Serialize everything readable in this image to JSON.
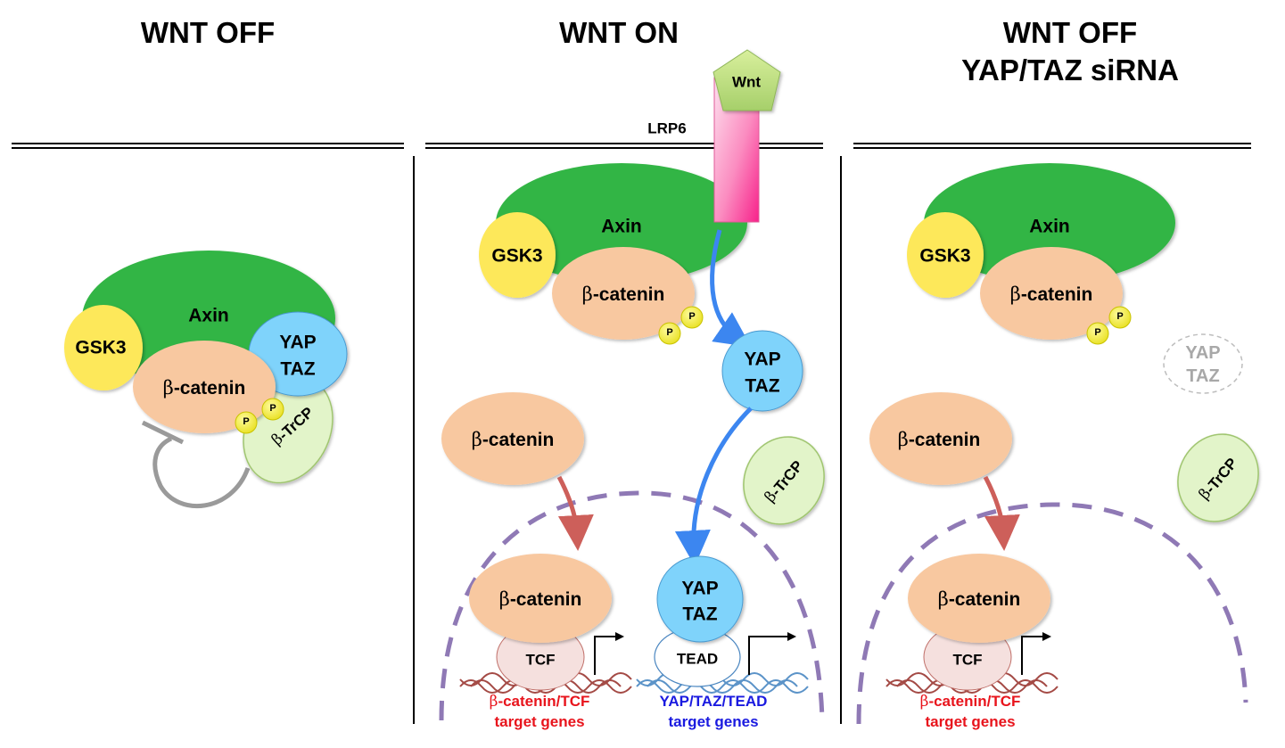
{
  "panels": [
    {
      "title_lines": [
        "WNT OFF"
      ],
      "axin": "Axin",
      "gsk3": "GSK3",
      "beta_catenin": "-catenin",
      "yap_taz": [
        "YAP",
        "TAZ"
      ],
      "btrcp": "-TrCP",
      "phospho": "P"
    },
    {
      "title_lines": [
        "WNT ON"
      ],
      "wnt": "Wnt",
      "receptor": "LRP6",
      "axin": "Axin",
      "gsk3": "GSK3",
      "beta_catenin": "-catenin",
      "phospho": "P",
      "yap_taz": [
        "YAP",
        "TAZ"
      ],
      "btrcp": "-TrCP",
      "cyto_beta_catenin": "-catenin",
      "nuc_beta_catenin": "-catenin",
      "tcf": "TCF",
      "nuc_yap_taz": [
        "YAP",
        "TAZ"
      ],
      "tead": "TEAD",
      "tcf_genes": [
        "-catenin/TCF",
        "target genes"
      ],
      "tead_genes": [
        "YAP/TAZ/TEAD",
        "target genes"
      ]
    },
    {
      "title_lines": [
        "WNT OFF",
        "YAP/TAZ siRNA"
      ],
      "axin": "Axin",
      "gsk3": "GSK3",
      "beta_catenin": "-catenin",
      "phospho": "P",
      "yap_taz_depleted": [
        "YAP",
        "TAZ"
      ],
      "btrcp": "-TrCP",
      "cyto_beta_catenin": "-catenin",
      "nuc_beta_catenin": "-catenin",
      "tcf": "TCF",
      "tcf_genes": [
        "-catenin/TCF",
        "target genes"
      ]
    }
  ],
  "greek": {
    "beta": "β"
  },
  "colors": {
    "axin": "#33b544",
    "gsk3": "#fde85a",
    "beta_catenin": "#f8c8a0",
    "yap_taz": "#7fd3fb",
    "btrcp": "#e2f4c9",
    "phospho": "#f2ec2a",
    "tcf": "#f5e0de",
    "nucleus_dash": "#8f79b5",
    "arrow_blue": "#3c86f0",
    "arrow_red": "#cd5f5a",
    "inhibit": "#9a9a9a",
    "dna_red": "#a44a45",
    "dna_blue": "#5b93c8"
  }
}
